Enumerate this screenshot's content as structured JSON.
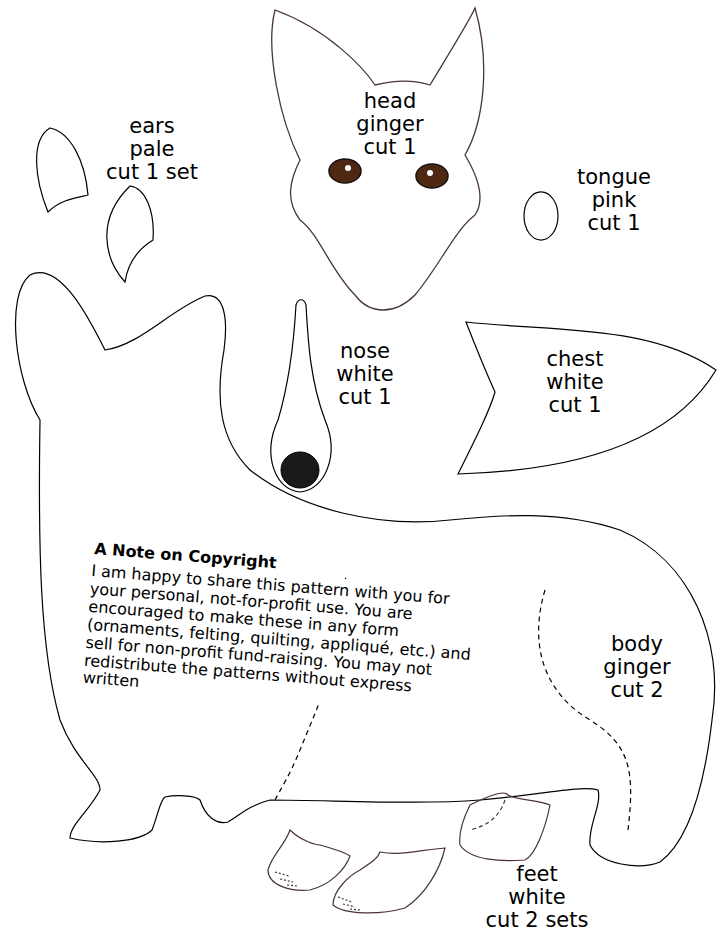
{
  "diagram": {
    "nodes": [
      {
        "text": [
          "head ginger cut 1"
        ]
      },
      {
        "text": [
          "ears pale cut 1 set"
        ]
      },
      {
        "text": [
          "tongue pink cut 1"
        ]
      },
      {
        "text": [
          "nose white cut 1"
        ]
      },
      {
        "text": [
          "chest white cut 1"
        ]
      },
      {
        "text": [
          "body ginger cut 2"
        ]
      },
      {
        "text": [
          "feet white cut 2 sets"
        ]
      }
    ],
    "labels": [
      "A Note on Copyright",
      "I am happy to share this pattern with you for your personal, not-for-profit use. You are encouraged to make these in any form (ornaments, felting, quilting, appliqué, etc.) and sell for non-profit fund-raising. You may not redistribute the patterns without express written"
    ]
  }
}
